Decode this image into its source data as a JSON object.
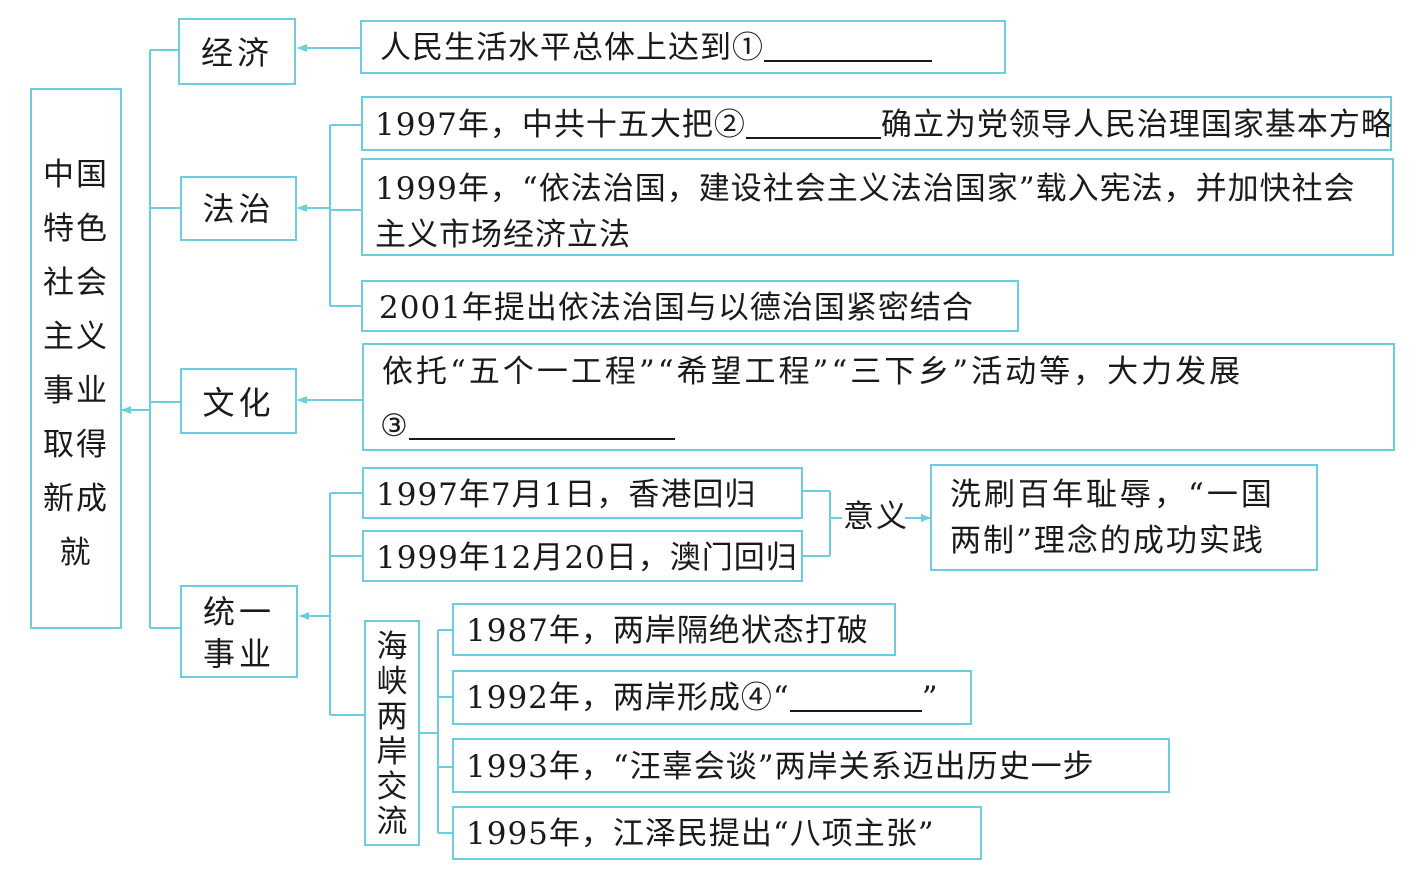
{
  "root": {
    "lines": [
      "中国",
      "特色",
      "社会",
      "主义",
      "事业",
      "取得",
      "新成",
      "就"
    ]
  },
  "categories": {
    "economy": "经济",
    "rule_of_law": "法治",
    "culture": "文化",
    "unification": [
      "统一",
      "事业"
    ]
  },
  "economy": {
    "item": "人民生活水平总体上达到①"
  },
  "rule_of_law": {
    "item1": {
      "before": "1997年，中共十五大把②",
      "after": "确立为党领导人民治理国家基本方略"
    },
    "item2": {
      "line1": "1999年，“依法治国，建设社会主义法治国家”载入宪法，并加快社会",
      "line2": "主义市场经济立法"
    },
    "item3": "2001年提出依法治国与以德治国紧密结合"
  },
  "culture": {
    "line1": "依托“五个一工程”“希望工程”“三下乡”活动等，大力发展",
    "line2": "③"
  },
  "unification": {
    "hongkong": "1997年7月1日，香港回归",
    "macau": "1999年12月20日，澳门回归",
    "significance_label": "意义",
    "significance": {
      "line1": "洗刷百年耻辱，“一国",
      "line2": "两制”理念的成功实践"
    },
    "cross_strait_label": "海峡两岸交流",
    "cross_strait": {
      "item1": "1987年，两岸隔绝状态打破",
      "item2_before": "1992年，两岸形成④“",
      "item2_after": "”",
      "item3": "1993年，“汪辜会谈”两岸关系迈出历史一步",
      "item4": "1995年，江泽民提出“八项主张”"
    }
  }
}
